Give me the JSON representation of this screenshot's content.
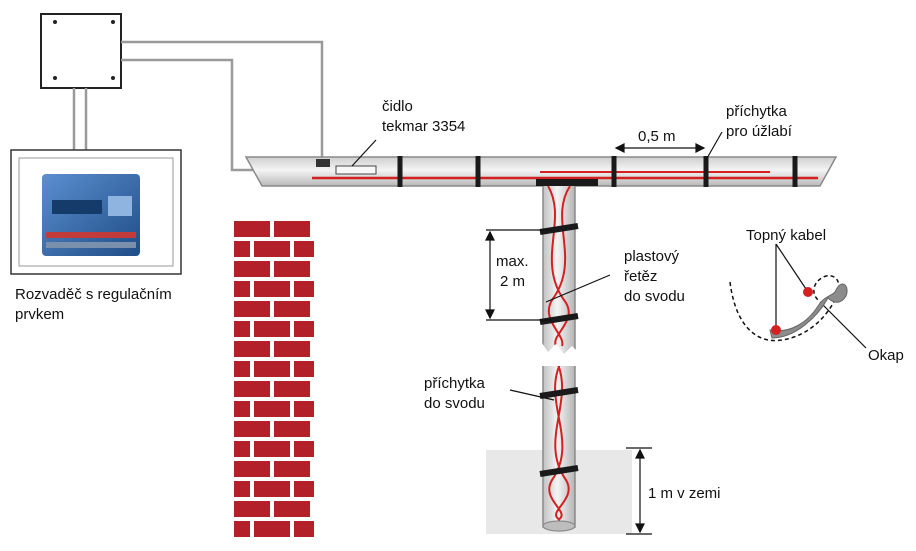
{
  "labels": {
    "controller": "Rozvaděč s regulačním",
    "controller_line2": "prvkem",
    "sensor": "čidlo",
    "sensor_line2": "tekmar 3354",
    "gutter_clip": "příchytka",
    "gutter_clip_line2": "pro úžlabí",
    "spacing": "0,5 m",
    "max_length": "max.",
    "max_length_line2": "2 m",
    "chain": "plastový",
    "chain_line2": "řetěz",
    "chain_line3": "do svodu",
    "downpipe_clip": "příchytka",
    "downpipe_clip_line2": "do svodu",
    "ground": "1 m v zemi",
    "heating_cable": "Topný kabel",
    "drip_edge": "Okap"
  },
  "colors": {
    "cable": "#d42020",
    "brick": "#b3202a",
    "mortar": "#ffffff",
    "pipe": "#e2e2e2",
    "pipe_edge": "#8a8a8a",
    "wire": "#9a9a9a",
    "clip": "#1a1a1a",
    "ground": "#e8e8e8",
    "panel": "#2a5c9a"
  }
}
